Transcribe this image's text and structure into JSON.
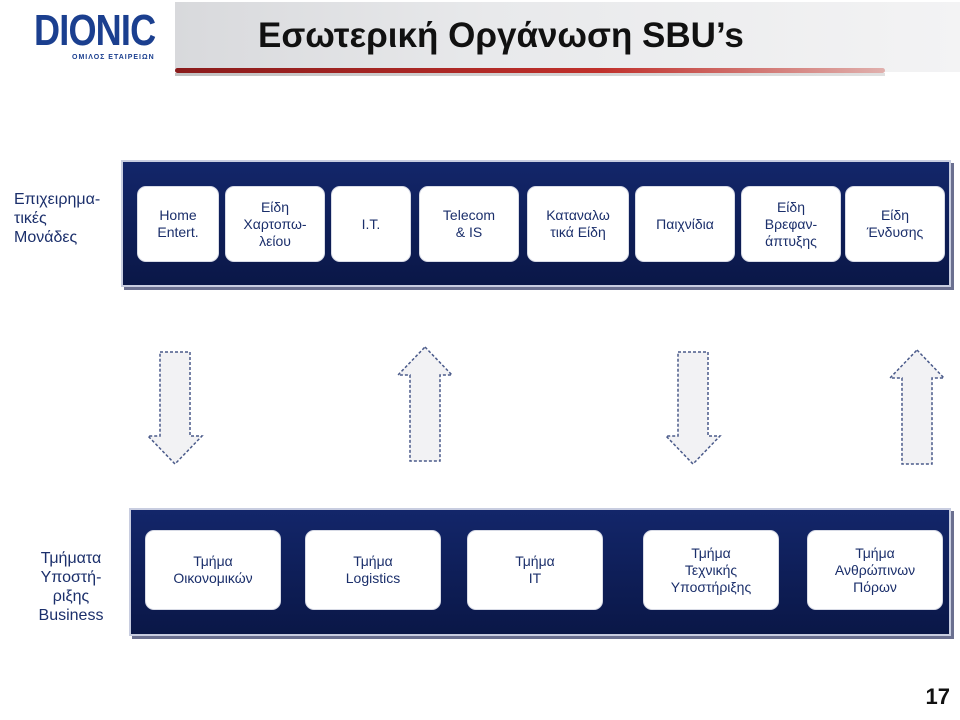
{
  "header": {
    "logo_text": "DIONIC",
    "logo_subtext": "ΟΜΙΛΟΣ ΕΤΑΙΡΕΙΩΝ",
    "title": "Εσωτερική Οργάνωση SBU’s"
  },
  "business_units": {
    "label": "Επιχειρημα-\nτικές\nΜονάδες",
    "items": [
      {
        "label": "Home\nEntert."
      },
      {
        "label": "Είδη\nΧαρτοπω-\nλείου"
      },
      {
        "label": "I.T."
      },
      {
        "label": "Telecom\n& IS"
      },
      {
        "label": "Καταναλω\nτικά Είδη"
      },
      {
        "label": "Παιχνίδια"
      },
      {
        "label": "Είδη\nΒρεφαν-\nάπτυξης"
      },
      {
        "label": "Είδη\nΈνδυσης"
      }
    ]
  },
  "arrows": [
    {
      "direction": "down"
    },
    {
      "direction": "up"
    },
    {
      "direction": "down"
    },
    {
      "direction": "up"
    }
  ],
  "support_departments": {
    "label": "Τμήματα\nΥποστή-\nριξης\nBusiness",
    "items": [
      {
        "label": "Τμήμα\nΟικονομικών"
      },
      {
        "label": "Τμήμα\nLogistics"
      },
      {
        "label": "Τμήμα\nIT"
      },
      {
        "label": "Τμήμα\nΤεχνικής\nΥποστήριξης"
      },
      {
        "label": "Τμήμα\nΑνθρώπινων\nΠόρων"
      }
    ]
  },
  "footer": {
    "page_number": "17"
  },
  "colors": {
    "panel": "#0e1d55",
    "text": "#1b2f6b",
    "logo": "#1b3f8f",
    "accent": "#b5282a"
  }
}
